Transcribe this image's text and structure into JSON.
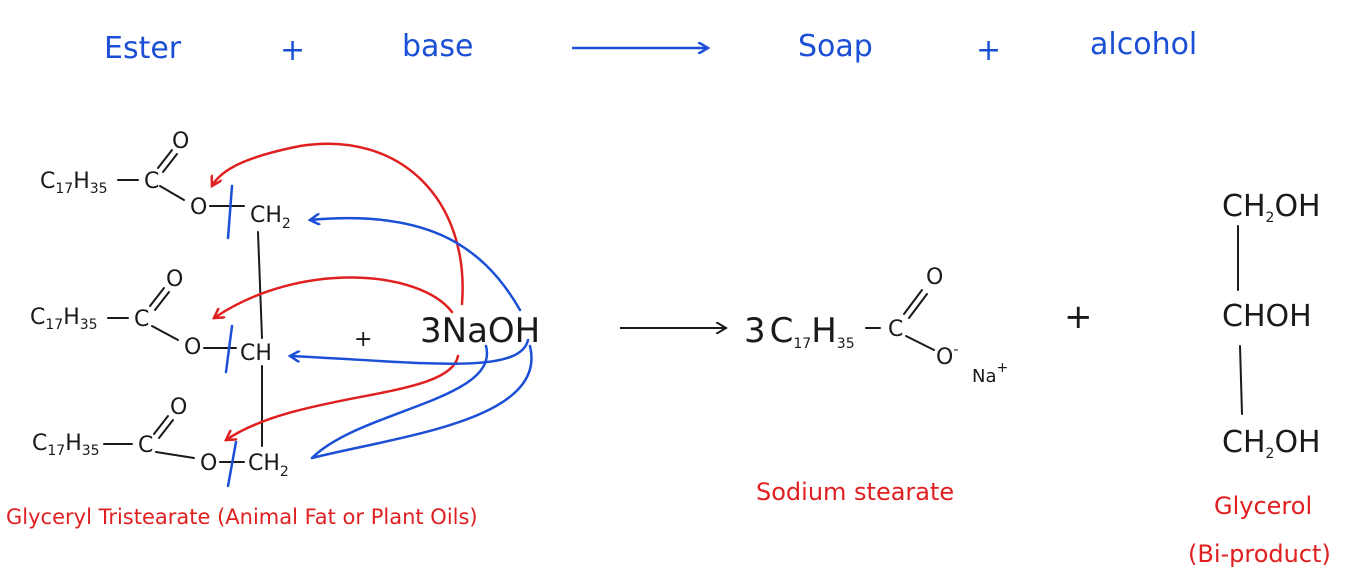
{
  "word_equation": {
    "reactant1": "Ester",
    "plus1": "+",
    "reactant2": "base",
    "product1": "Soap",
    "plus2": "+",
    "product2": "alcohol"
  },
  "triglyceride": {
    "chain_formula": "C",
    "chain_sub1": "17",
    "chain_h": "H",
    "chain_sub2": "35",
    "carbonyl_c": "C",
    "carbonyl_o": "O",
    "ester_o": "O",
    "ch2_top": "CH",
    "ch2_sub": "2",
    "ch_mid": "CH",
    "ch2_bottom": "CH",
    "label": "Glyceryl Tristearate (Animal Fat or Plant Oils)"
  },
  "reagent": {
    "plus": "+",
    "formula": "3NaOH"
  },
  "soap": {
    "coefficient": "3",
    "chain": "C",
    "sub1": "17",
    "h": "H",
    "sub2": "35",
    "c": "C",
    "o_double": "O",
    "o_minus": "O",
    "minus": "-",
    "na": "Na",
    "plus_charge": "+",
    "label": "Sodium stearate"
  },
  "plus_products": "+",
  "glycerol": {
    "top": "CH",
    "top_sub": "2",
    "top_oh": "OH",
    "mid": "CHOH",
    "bottom": "CH",
    "bottom_sub": "2",
    "bottom_oh": "OH",
    "label": "Glycerol",
    "note": "(Bi-product)"
  },
  "colors": {
    "blue": "#1a4fd6",
    "red": "#e02020",
    "black": "#1a1a1a"
  }
}
